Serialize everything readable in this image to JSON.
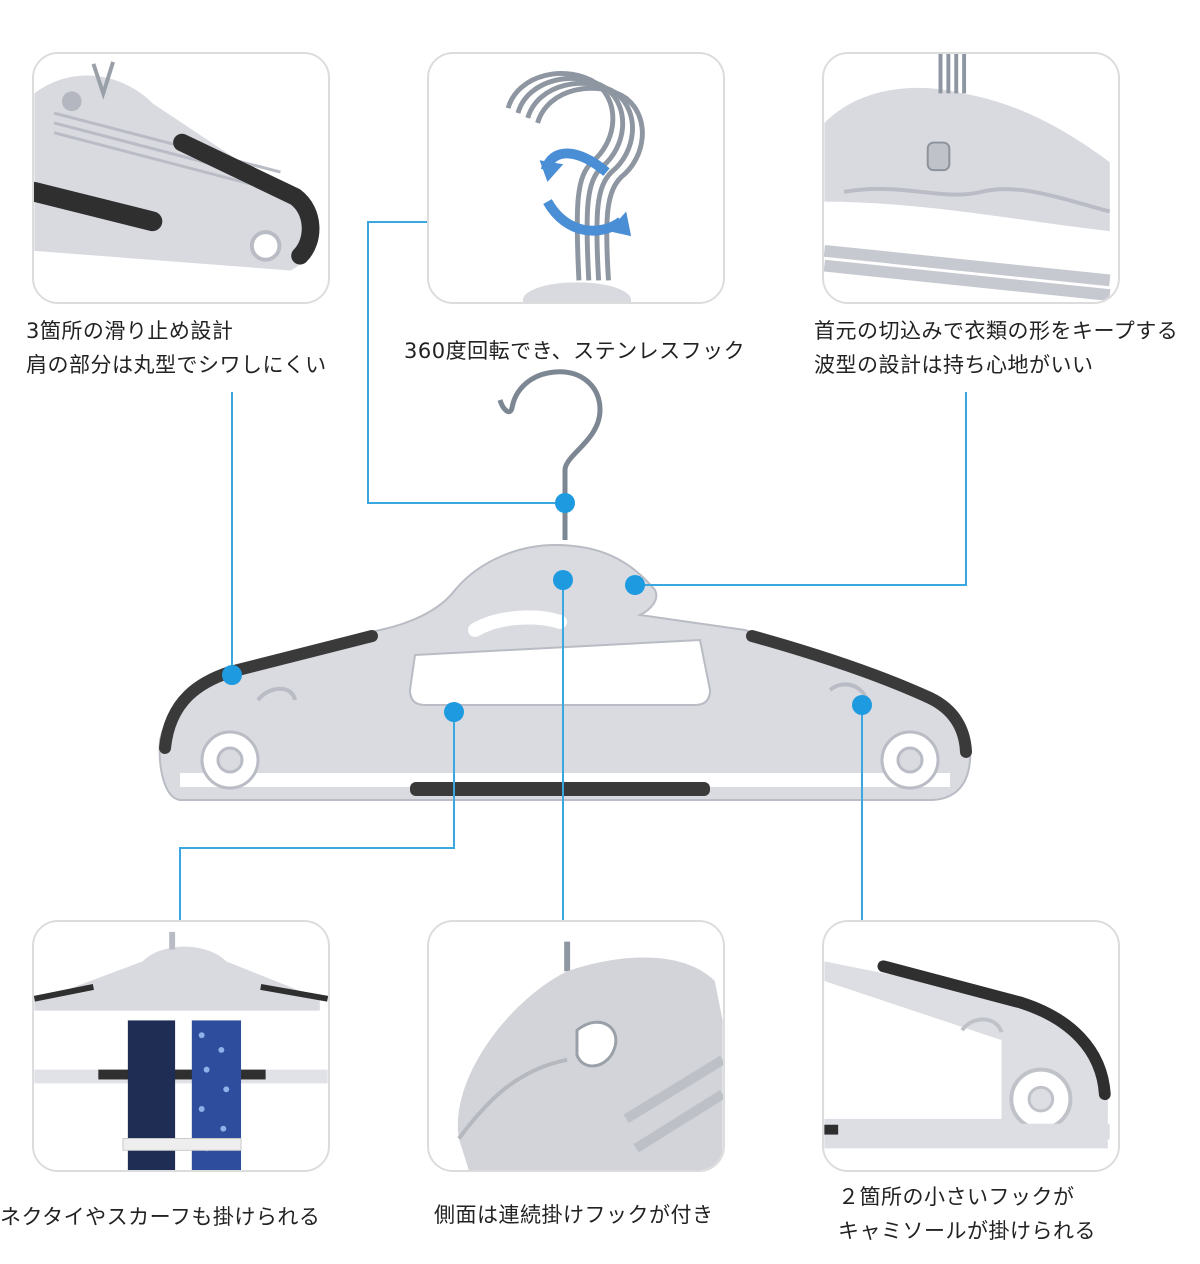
{
  "features": {
    "non_slip": {
      "line1": "3箇所の滑り止め設計",
      "line2": "肩の部分は丸型でシワしにくい"
    },
    "swivel_hook": {
      "line1": "360度回転でき、ステンレスフック"
    },
    "neck_notch": {
      "line1": "首元の切込みで衣類の形をキープする",
      "line2": "波型の設計は持ち心地がいい"
    },
    "tie_bar": {
      "line1": "ネクタイやスカーフも掛けられる"
    },
    "side_hook": {
      "line1": "側面は連続掛けフックが付き"
    },
    "small_hooks": {
      "line1": "２箇所の小さいフックが",
      "line2": "キャミソールが掛けられる"
    }
  },
  "colors": {
    "hanger_body": "#d9dbe0",
    "hanger_outline": "#b9bcc4",
    "rubber_grip": "#3a3a3a",
    "callout_line": "#3aa7e0",
    "callout_dot": "#1e9be0",
    "steel_hook": "#7d8793",
    "tie_navy": "#1f2d55",
    "tie_blue": "#2e4d9c",
    "rotate_arrow": "#4a8fd6"
  }
}
